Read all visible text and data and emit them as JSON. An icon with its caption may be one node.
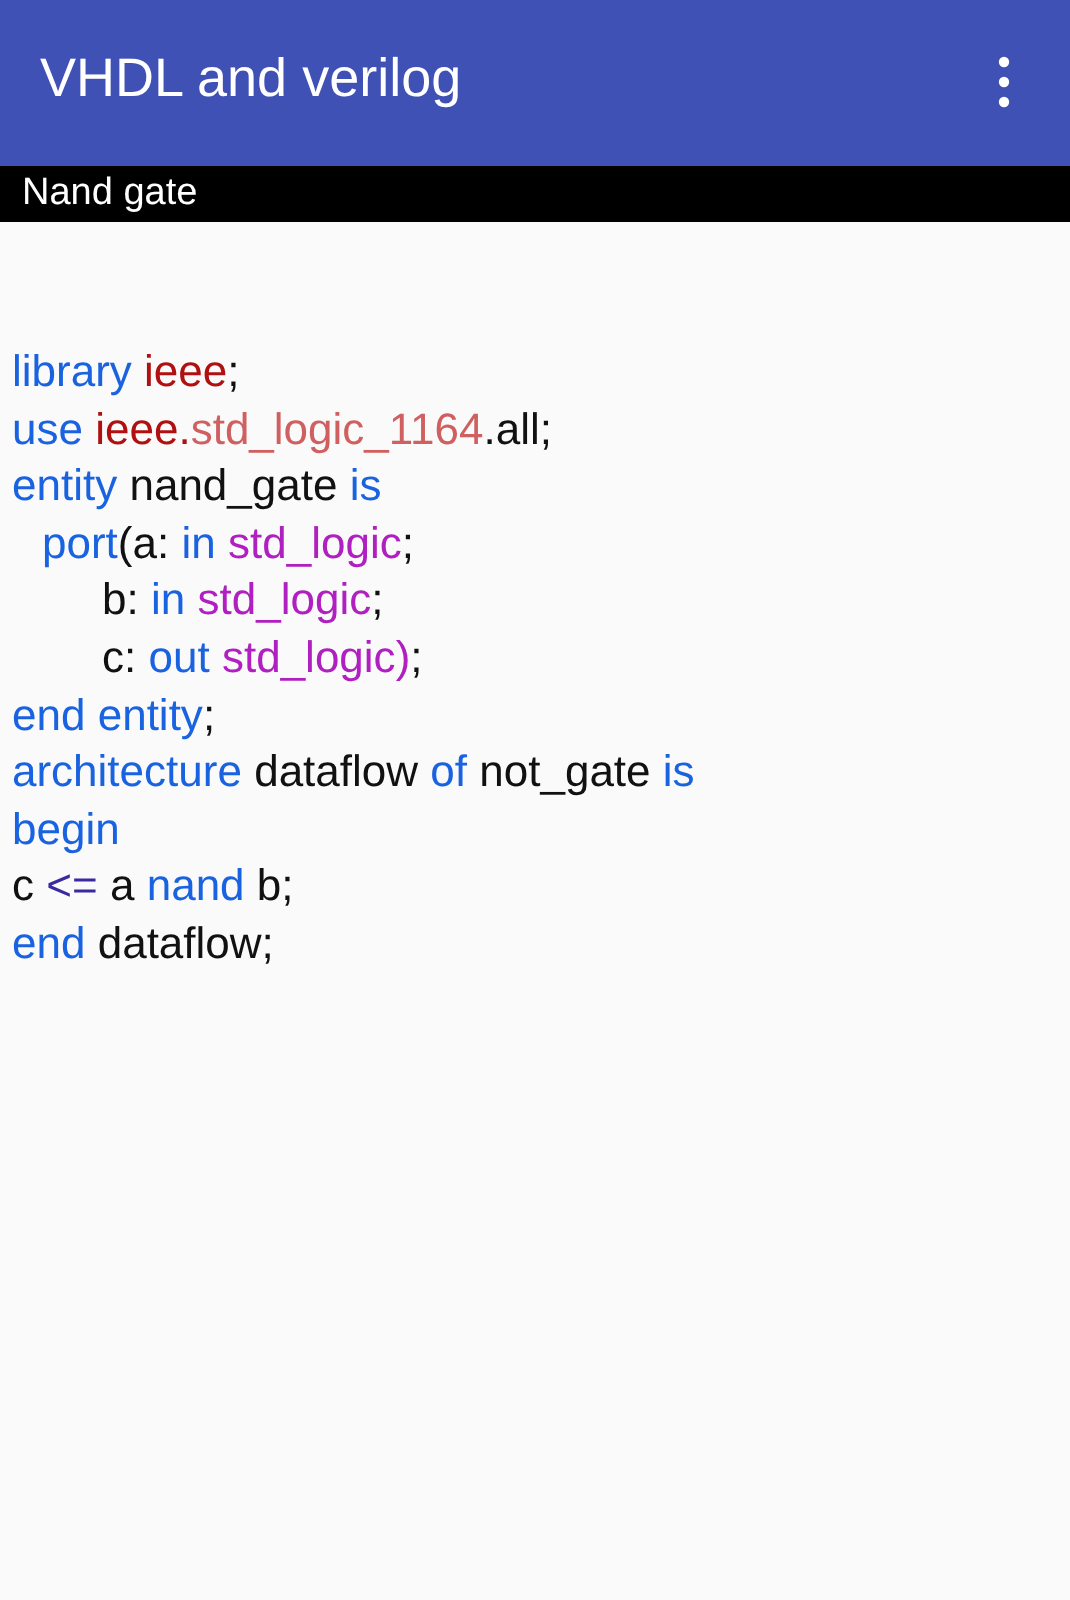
{
  "diagram": {
    "title": "VHDL and verilog",
    "labels": [
      "Nand gate",
      "library ieee;",
      "use ieee.std_logic_1164.all;",
      "entity nand_gate is",
      "port(a: in std_logic;",
      "b: in std_logic;",
      "c: out std_logic);",
      "end entity;",
      "architecture dataflow of not_gate is",
      "begin",
      "c <= a nand b;",
      "end dataflow;"
    ]
  }
}
